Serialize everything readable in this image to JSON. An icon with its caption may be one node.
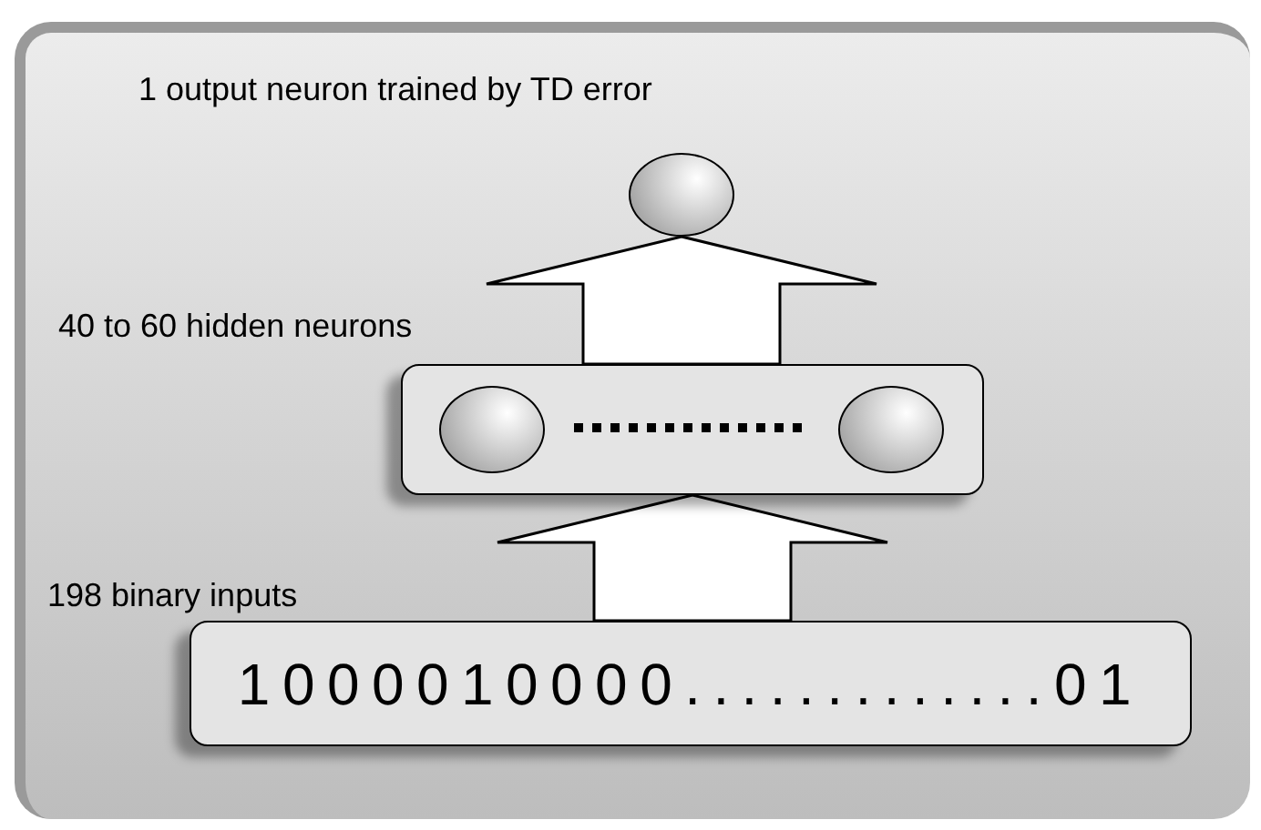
{
  "diagram": {
    "nodes": [
      {
        "text": [],
        "shape": "circle"
      },
      {
        "text": [],
        "shape": "box"
      },
      {
        "text": [],
        "shape": "circle",
        "in": 1
      },
      {
        "text": [],
        "shape": "circle",
        "in": 1
      },
      {
        "text": [
          "1000010000.............01"
        ]
      }
    ],
    "edges": [
      {
        "from": 4,
        "to": 1,
        "arrow": "to"
      },
      {
        "from": 1,
        "to": 0,
        "arrow": "to"
      }
    ],
    "labels": [
      "1 output neuron trained by TD error",
      "40 to 60 hidden neurons",
      "198 binary inputs"
    ]
  }
}
